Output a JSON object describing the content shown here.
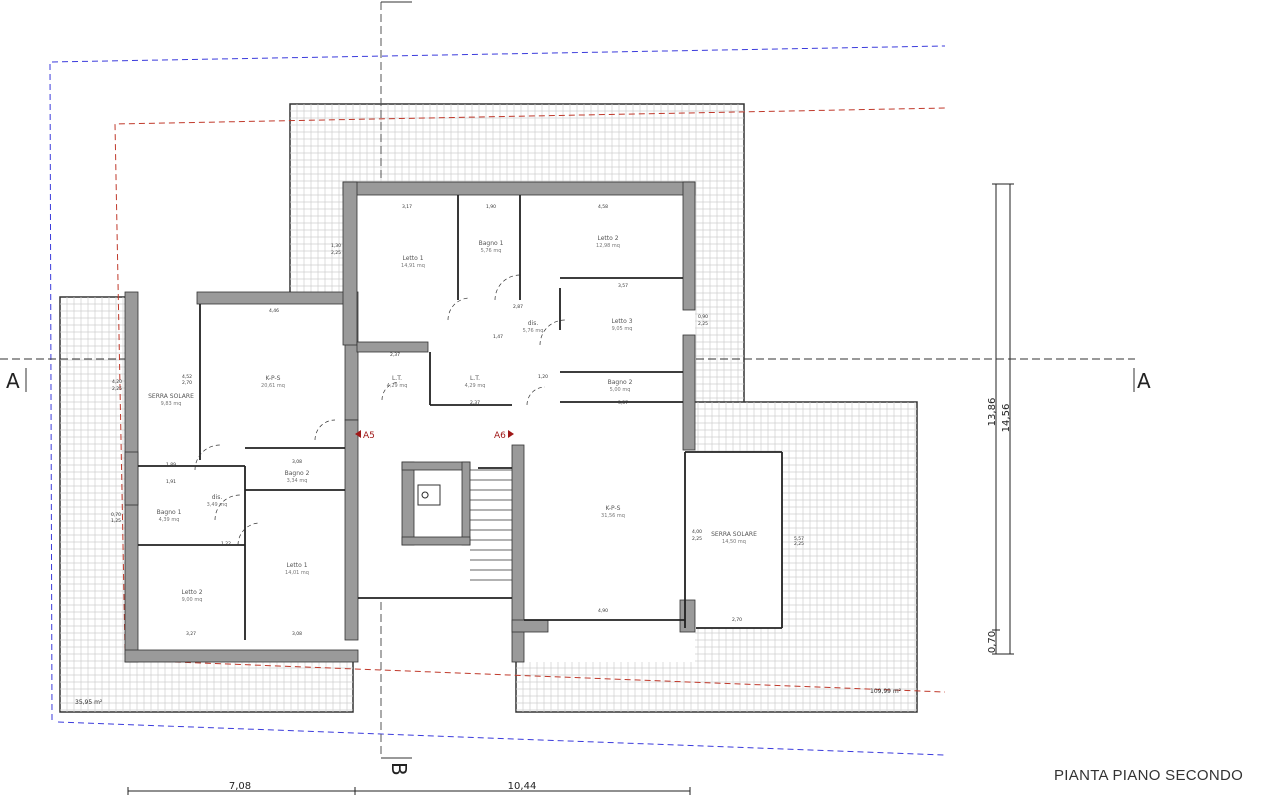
{
  "drawing": {
    "title": "PIANTA PIANO SECONDO",
    "section_marks": {
      "a_left": "A",
      "a_right": "A",
      "b": "B"
    },
    "view_markers": {
      "a5": "A5",
      "a6": "A6"
    },
    "colors": {
      "wall": "#9a9a9a",
      "grid": "#c8c8c8",
      "red_line": "#c0392b",
      "blue_line": "#3b3bdc",
      "marker": "#a01818"
    }
  },
  "rooms": [
    {
      "name": "Letto 1",
      "area": "14,91 mq"
    },
    {
      "name": "Bagno 1",
      "area": "5,76 mq"
    },
    {
      "name": "Letto 2",
      "area": "12,98 mq"
    },
    {
      "name": "Letto 3",
      "area": "9,05 mq"
    },
    {
      "name": "dis.",
      "area": "5,76 mq"
    },
    {
      "name": "L.T.",
      "area": "4,29 mq"
    },
    {
      "name": "L.T.",
      "area": "4,29 mq"
    },
    {
      "name": "Bagno 2",
      "area": "5,00 mq"
    },
    {
      "name": "K-P-S",
      "area": "20,61 mq"
    },
    {
      "name": "SERRA SOLARE",
      "area": "9,83 mq"
    },
    {
      "name": "Bagno 2",
      "area": "3,34 mq"
    },
    {
      "name": "dis.",
      "area": "3,49 mq"
    },
    {
      "name": "Bagno 1",
      "area": "4,39 mq"
    },
    {
      "name": "Letto 1",
      "area": "14,01 mq"
    },
    {
      "name": "Letto 2",
      "area": "9,00 mq"
    },
    {
      "name": "K-P-S",
      "area": "31,56 mq"
    },
    {
      "name": "SERRA SOLARE",
      "area": "14,50 mq"
    }
  ],
  "terraces": [
    {
      "area": "35,95 m²"
    },
    {
      "area": "109,99 m²"
    }
  ],
  "dims": [
    "3,17",
    "1,90",
    "4,58",
    "3,57",
    "2,87",
    "1,47",
    "2,37",
    "2,37",
    "1,20",
    "3,57",
    "4,46",
    "1,89",
    "1,91",
    "1,22",
    "3,27",
    "3,08",
    "3,08",
    "4,90",
    "2,70",
    "4,52",
    "2,70",
    "4,00",
    "2,25",
    "5,57",
    "2,25",
    "0,90",
    "2,25",
    "1,30",
    "2,25",
    "4,20",
    "2,25",
    "0,70",
    "1,25"
  ],
  "overall_dims": {
    "left": "7,08",
    "right": "10,44",
    "height_inner": "13,86",
    "height_outer": "14,56",
    "offset": "0,70"
  }
}
